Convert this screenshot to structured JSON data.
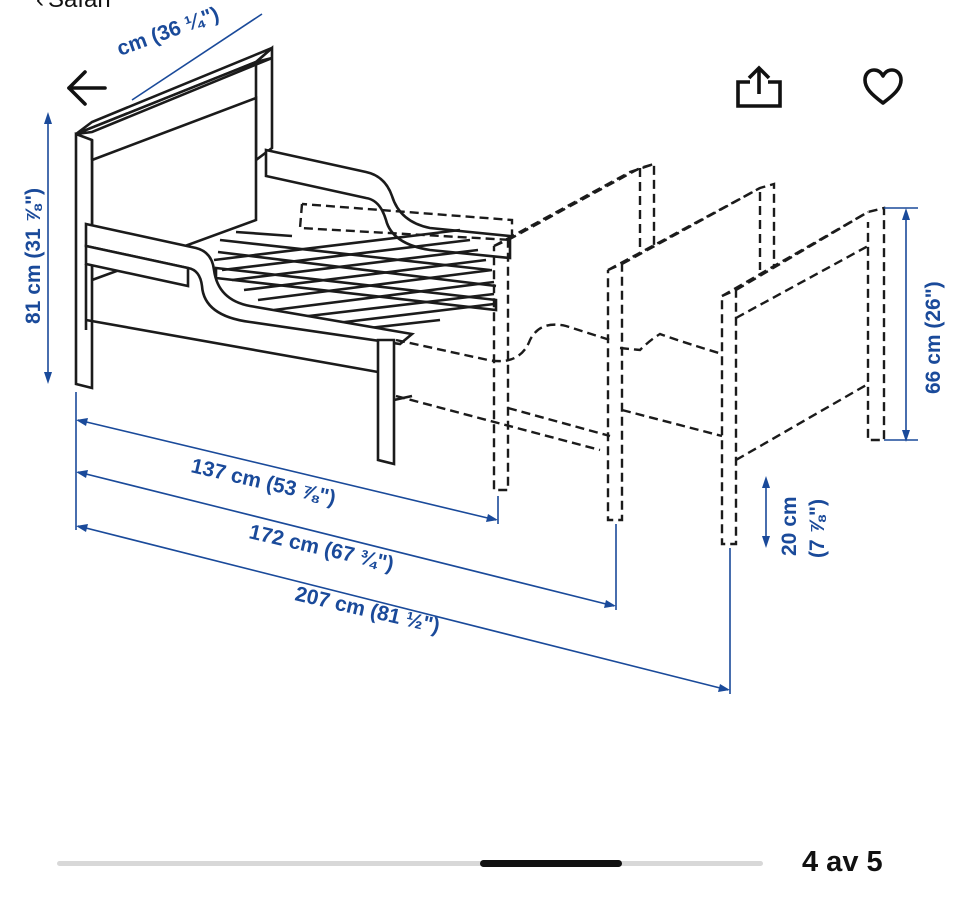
{
  "status_bar": {
    "back_app_label": "Safari"
  },
  "toolbar": {
    "back_icon": "arrow-left-icon",
    "share_icon": "share-icon",
    "favorite_icon": "heart-icon"
  },
  "diagram": {
    "headboard_width_label": "cm (36 ¼\")",
    "height_label": "81 cm (31 ⅞\")",
    "extension_height_label": "66 cm (26\")",
    "leg_height_label": "20 cm\n(7 ⅞\")",
    "leg_height_label_line1": "20 cm",
    "leg_height_label_line2": "(7 ⅞\")",
    "length_min_label": "137 cm (53 ⅞\")",
    "length_mid_label": "172 cm (67 ¾\")",
    "length_max_label": "207 cm (81 ½\")",
    "dimension_color": "#1a4a9a"
  },
  "pager": {
    "current": 4,
    "total": 5,
    "label": "4 av 5"
  }
}
